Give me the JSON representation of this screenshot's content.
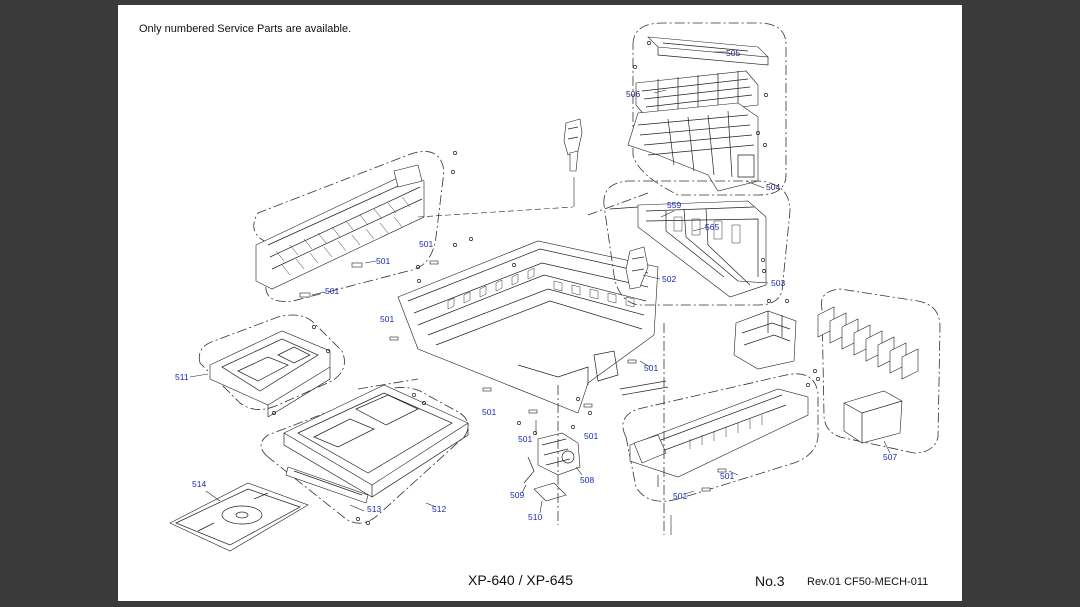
{
  "header": {
    "note": "Only numbered Service Parts are available."
  },
  "footer": {
    "model": "XP-640 / XP-645",
    "page": "No.3",
    "revision": "Rev.01  CF50-MECH-011"
  },
  "callouts": {
    "c505": "505",
    "c506": "506",
    "c504": "504",
    "c559": "559",
    "c565": "565",
    "c503": "503",
    "c502": "502",
    "c501a": "501",
    "c501b": "501",
    "c501c": "501",
    "c501d": "501",
    "c501e": "501",
    "c501f": "501",
    "c501g": "501",
    "c501h": "501",
    "c501i": "501",
    "c501j": "501",
    "c511": "511",
    "c512": "512",
    "c513": "513",
    "c514": "514",
    "c507": "507",
    "c508": "508",
    "c509": "509",
    "c510": "510"
  }
}
